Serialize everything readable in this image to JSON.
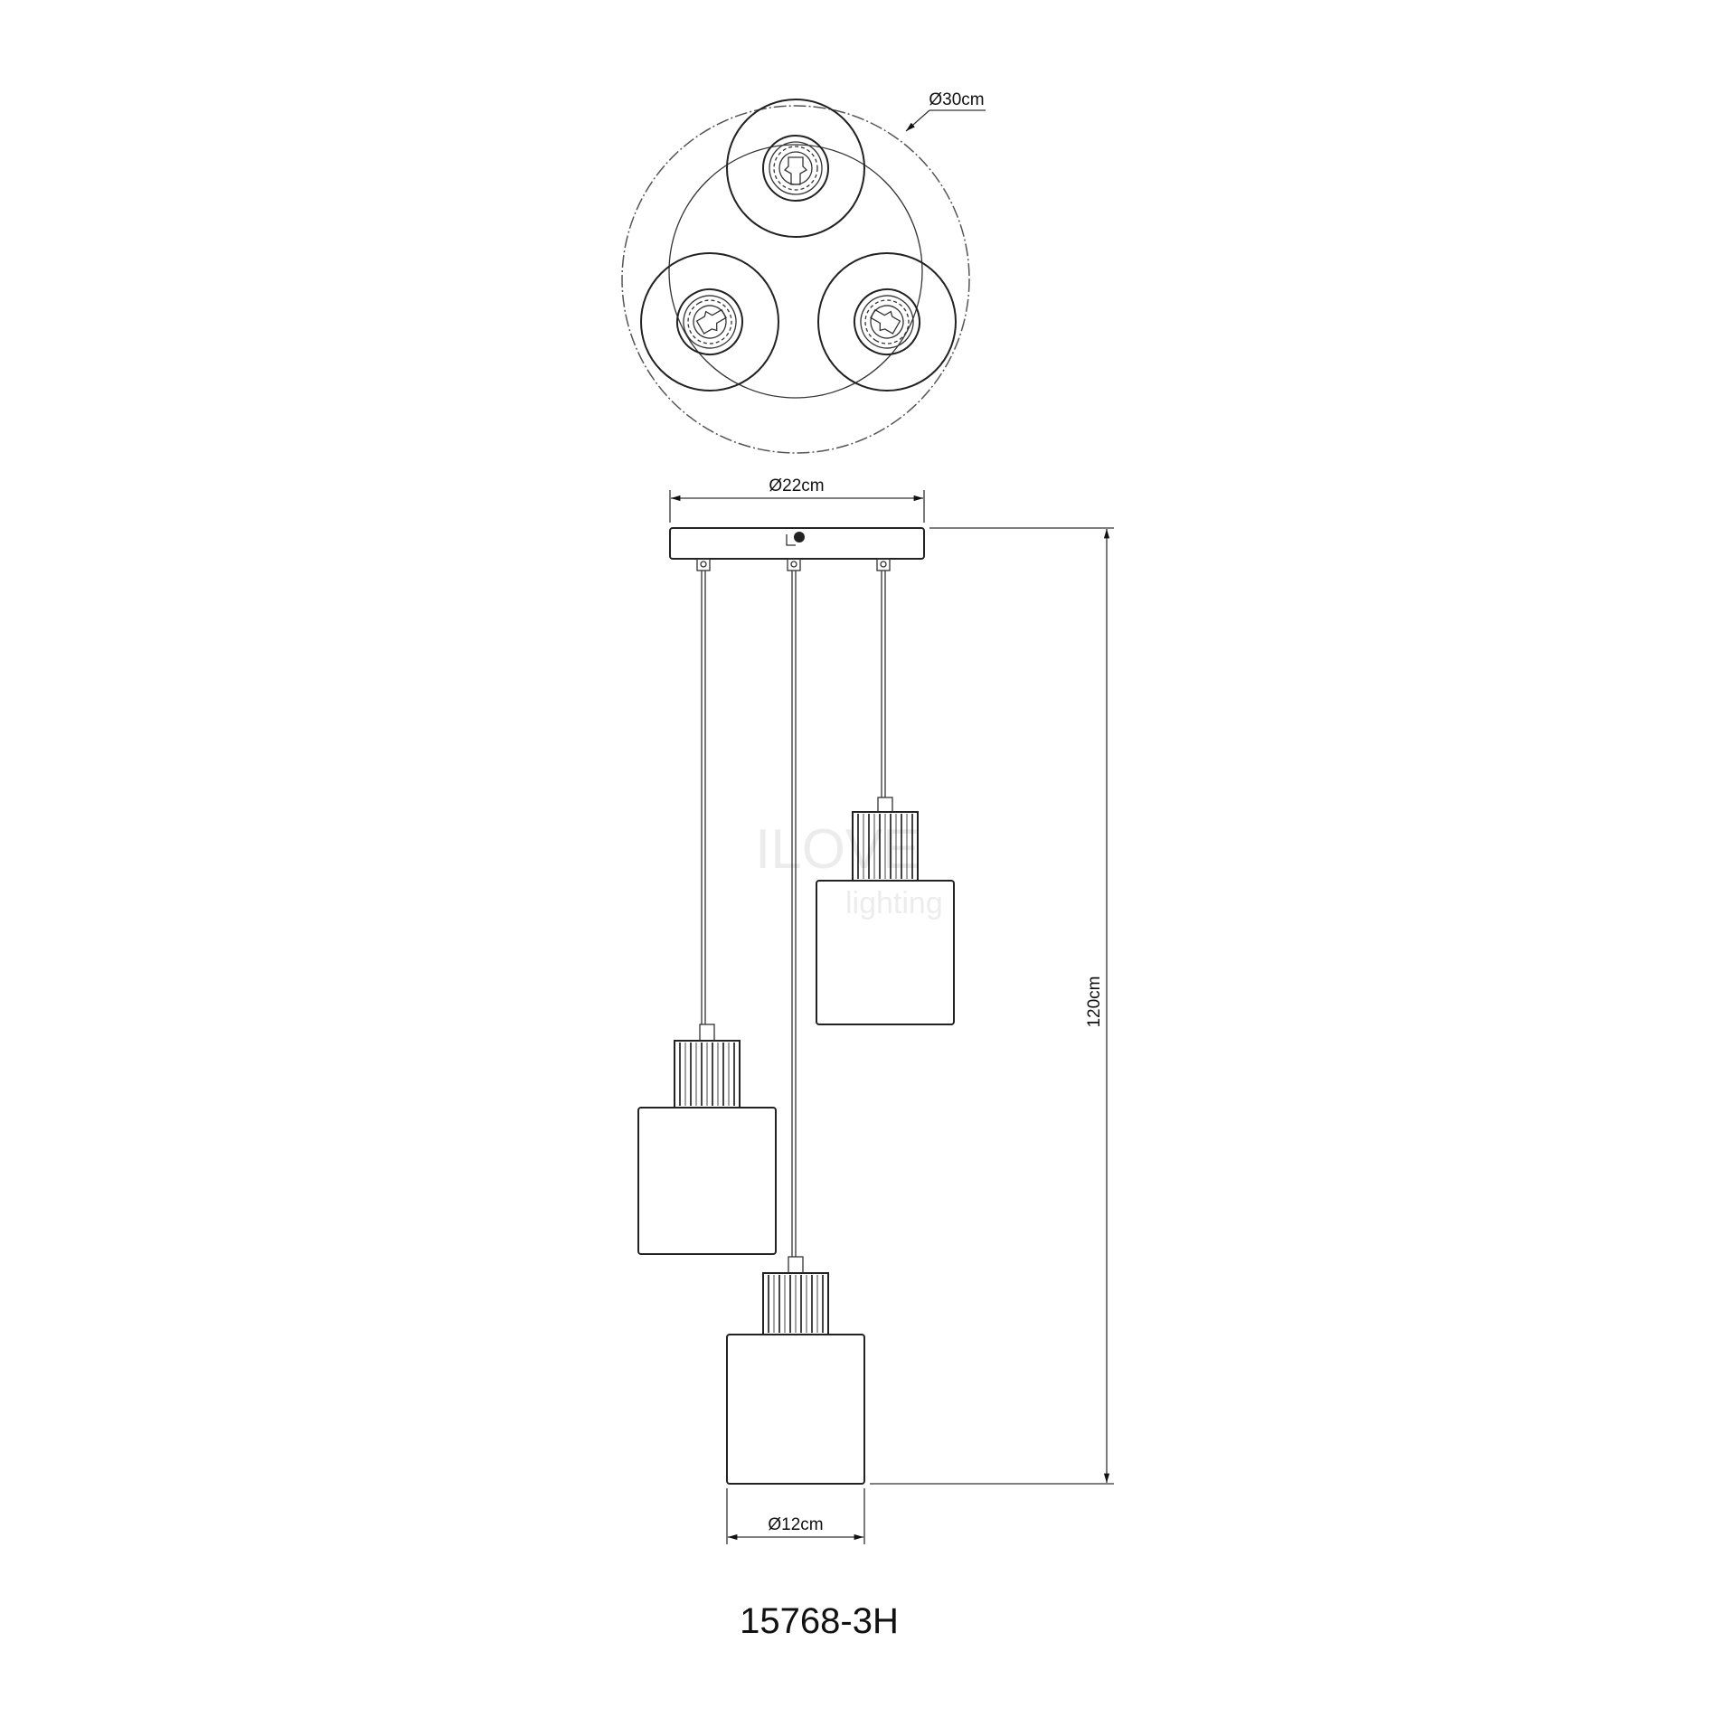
{
  "dimensions": {
    "canopy_top_diameter": "Ø30cm",
    "canopy_diameter": "Ø22cm",
    "total_height": "120cm",
    "shade_diameter": "Ø12cm"
  },
  "model_number": "15768-3H",
  "watermark": {
    "line1": "ILOVE",
    "line2": "lighting"
  },
  "colors": {
    "line": "#222222",
    "background": "#ffffff"
  }
}
